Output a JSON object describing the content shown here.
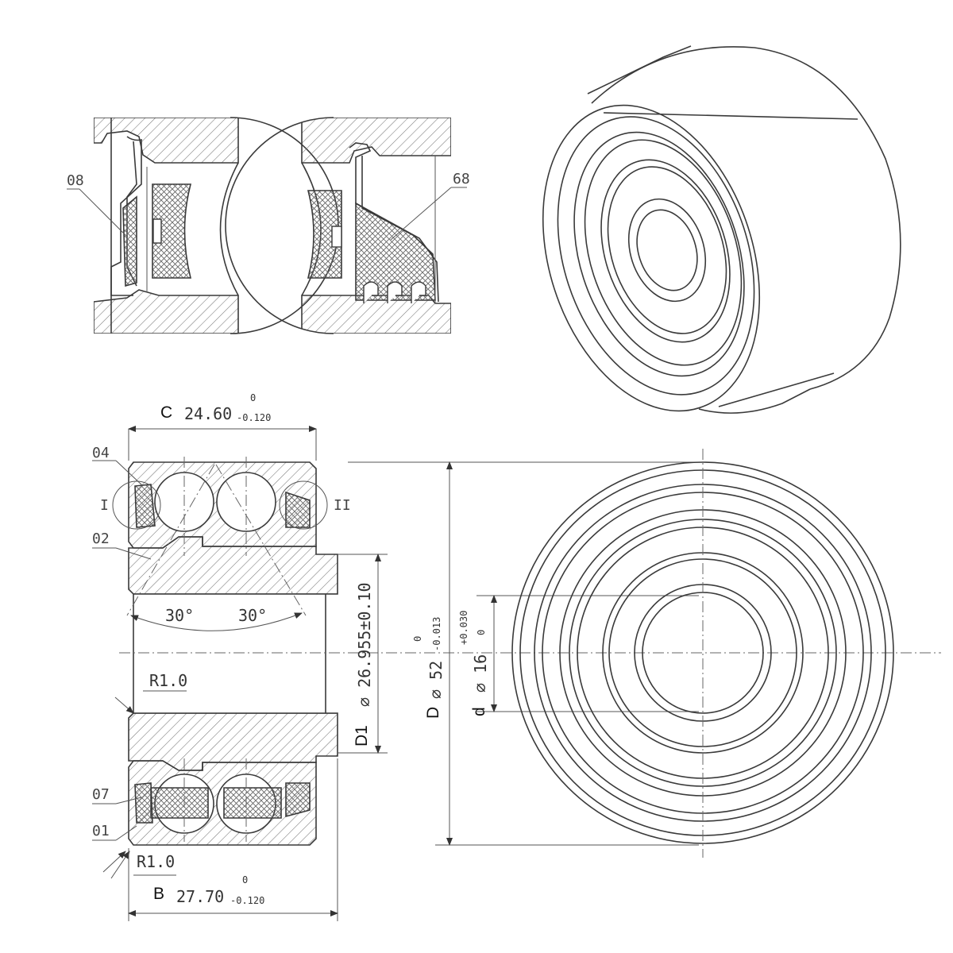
{
  "detail_views": {
    "left": {
      "part_label": "08"
    },
    "right": {
      "part_label": "68"
    }
  },
  "section_view": {
    "part_labels": {
      "p04": "04",
      "p02": "02",
      "p07": "07",
      "p01": "01"
    },
    "detail_markers": {
      "left": "I",
      "right": "II"
    },
    "angles": {
      "left": "30°",
      "right": "30°"
    },
    "radius_top": "R1.0",
    "radius_bottom": "R1.0"
  },
  "dimensions": {
    "C": {
      "letter": "C",
      "value": "24.60",
      "tol_upper": "0",
      "tol_lower": "-0.120"
    },
    "B": {
      "letter": "B",
      "value": "27.70",
      "tol_upper": "0",
      "tol_lower": "-0.120"
    },
    "D1": {
      "letter": "D1",
      "value": "⌀ 26.955±0.10"
    },
    "D": {
      "letter": "D",
      "value": "⌀ 52",
      "tol_upper": "0",
      "tol_lower": "-0.013"
    },
    "d": {
      "letter": "d",
      "value": "⌀ 16",
      "tol_upper": "+0.030",
      "tol_lower": "0"
    }
  }
}
